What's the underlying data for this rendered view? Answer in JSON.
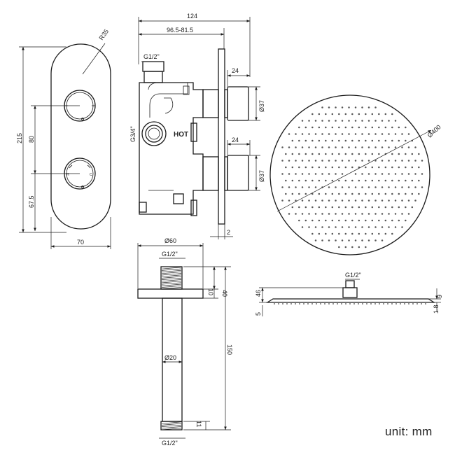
{
  "front": {
    "radius": "R35",
    "height": "215",
    "spacing_upper": "80",
    "spacing_lower": "67.5",
    "width": "70",
    "knob_marks": [
      "H",
      "C"
    ]
  },
  "side": {
    "total_depth": "124",
    "depth_range": "96.5-81.5",
    "inlet_top": "G1/2\"",
    "inlet_side": "G3/4\"",
    "hot_label": "HOT",
    "cap_len_top": "24",
    "cap_len_bottom": "24",
    "cap_dia_top": "Ø37",
    "cap_dia_bottom": "Ø37",
    "plate_thickness": "2"
  },
  "shower_head": {
    "diameter": "Ø400"
  },
  "profile": {
    "connection": "G1/2\"",
    "height_total": "46",
    "edge_left": "5",
    "thickness_right": "9",
    "edge_right": "1.8"
  },
  "arm": {
    "flange_dia": "Ø60",
    "thread_top": "G1/2\"",
    "flange_offset": "40",
    "flange_thick": "10",
    "length": "150",
    "pipe_dia": "Ø20",
    "thread_len": "11",
    "thread_bottom": "G1/2\""
  },
  "unit": "unit: mm"
}
